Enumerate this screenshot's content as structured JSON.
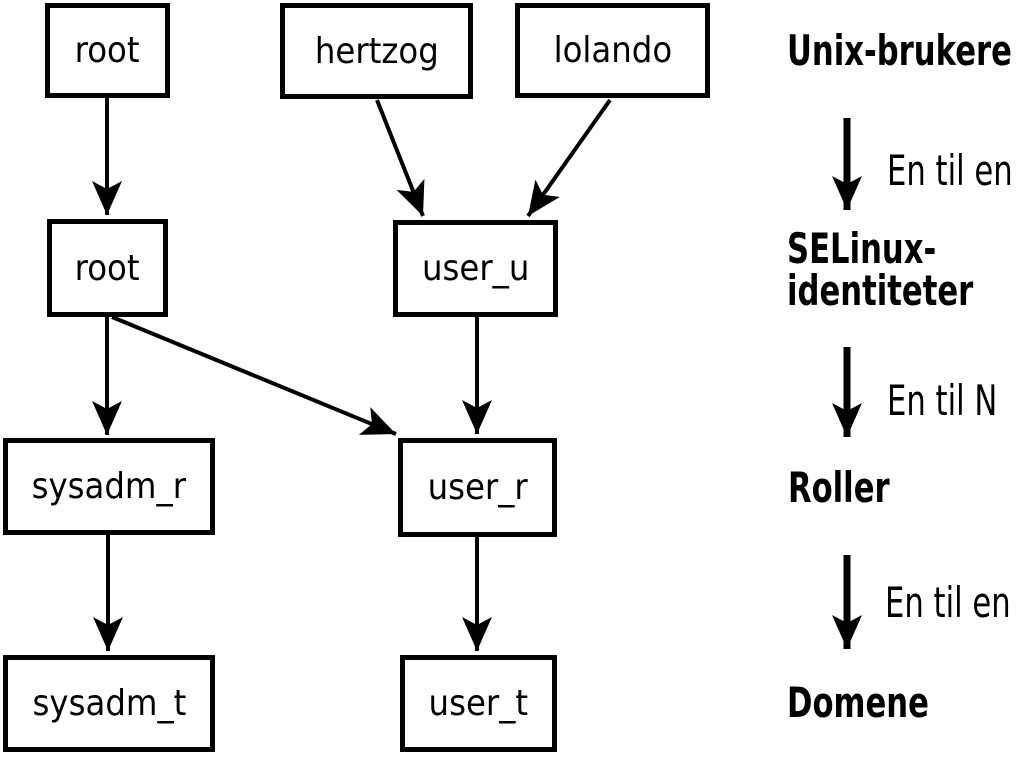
{
  "nodes": {
    "unix_root": {
      "label": "root"
    },
    "unix_hertzog": {
      "label": "hertzog"
    },
    "unix_lolando": {
      "label": "lolando"
    },
    "sel_root": {
      "label": "root"
    },
    "sel_user_u": {
      "label": "user_u"
    },
    "role_sysadm_r": {
      "label": "sysadm_r"
    },
    "role_user_r": {
      "label": "user_r"
    },
    "dom_sysadm_t": {
      "label": "sysadm_t"
    },
    "dom_user_t": {
      "label": "user_t"
    }
  },
  "edges": [
    {
      "from": "unix_root",
      "to": "sel_root"
    },
    {
      "from": "unix_hertzog",
      "to": "sel_user_u"
    },
    {
      "from": "unix_lolando",
      "to": "sel_user_u"
    },
    {
      "from": "sel_root",
      "to": "role_sysadm_r"
    },
    {
      "from": "sel_root",
      "to": "role_user_r"
    },
    {
      "from": "sel_user_u",
      "to": "role_user_r"
    },
    {
      "from": "role_sysadm_r",
      "to": "dom_sysadm_t"
    },
    {
      "from": "role_user_r",
      "to": "dom_user_t"
    }
  ],
  "legend": {
    "unix_users": "Unix-brukere",
    "rel_one_to_one_1": "En til en",
    "selinux_line1": "SELinux-",
    "selinux_line2": "identiteter",
    "rel_one_to_n": "En til N",
    "roles": "Roller",
    "rel_one_to_one_2": "En til en",
    "domains": "Domene"
  },
  "colors": {
    "ink": "#000000",
    "background": "#ffffff"
  }
}
